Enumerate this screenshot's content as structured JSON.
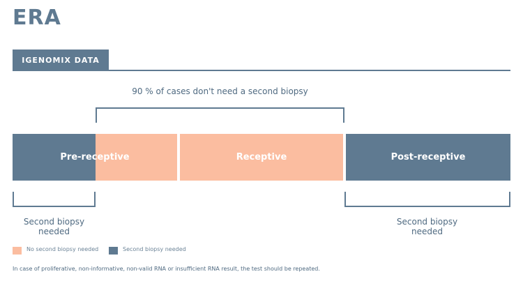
{
  "title": "ERA",
  "tab_label": "IGENOMIX DATA",
  "bracket_label": "90 % of cases don't need a second biopsy",
  "segments": {
    "pre": "Pre-receptive",
    "receptive": "Receptive",
    "post": "Post-receptive"
  },
  "left_note": "Second biopsy needed",
  "right_note": "Second biopsy needed",
  "legend": {
    "no_biopsy": "No second biopsy needed",
    "biopsy": "Second biopsy needed"
  },
  "footnote": "In case of proliferative, non-informative, non-valid RNA or insufficient RNA result, the test should be repeated.",
  "colors": {
    "blue": "#5f7a91",
    "peach": "#fbbda0"
  }
}
